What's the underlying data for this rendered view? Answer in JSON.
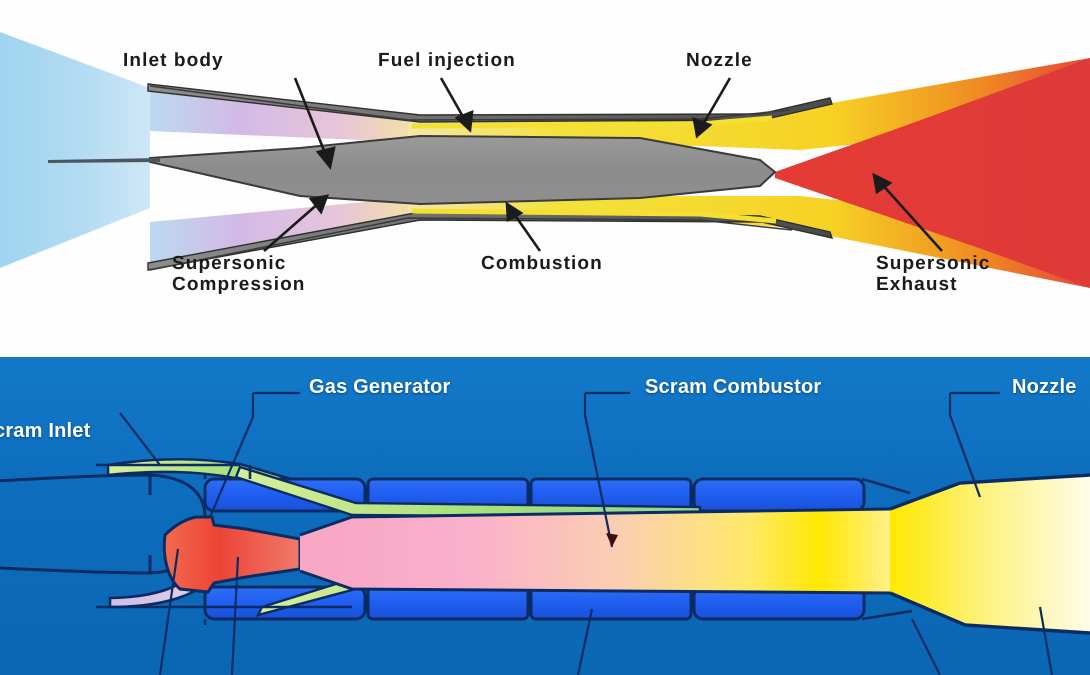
{
  "figure": {
    "panels": [
      {
        "id": "scramjet-flowpath",
        "background_color": "#ffffff",
        "labels": [
          {
            "key": "inlet_body",
            "text": "Inlet body"
          },
          {
            "key": "fuel_injection",
            "text": "Fuel injection"
          },
          {
            "key": "nozzle",
            "text": "Nozzle"
          },
          {
            "key": "supersonic_compression",
            "text": "Supersonic\nCompression"
          },
          {
            "key": "combustion",
            "text": "Combustion"
          },
          {
            "key": "supersonic_exhaust",
            "text": "Supersonic\nExhaust"
          }
        ],
        "flow_regions": [
          {
            "name": "freestream-inlet-air",
            "color": "#a9d9f0"
          },
          {
            "name": "supersonic-compression-zone",
            "color": "#dcb4e2"
          },
          {
            "name": "combustion-zone",
            "color": "#f2e23a"
          },
          {
            "name": "nozzle-expansion",
            "color": "#f07d22"
          },
          {
            "name": "supersonic-exhaust-plume",
            "color": "#e23b38"
          },
          {
            "name": "engine-body-structure",
            "color": "#8e8e8e"
          }
        ]
      },
      {
        "id": "combined-cycle-engine",
        "background_color": "#0f72c4",
        "labels": [
          {
            "key": "scram_inlet",
            "text": "cram Inlet"
          },
          {
            "key": "gas_generator",
            "text": "Gas Generator"
          },
          {
            "key": "scram_combustor",
            "text": "Scram Combustor"
          },
          {
            "key": "nozzle",
            "text": "Nozzle"
          }
        ],
        "flow_regions": [
          {
            "name": "inlet-duct-green",
            "color": "#b9e38a"
          },
          {
            "name": "gas-generator-core",
            "color": "#e8453c"
          },
          {
            "name": "combustor-flow-pink",
            "color": "#f9a7c0"
          },
          {
            "name": "combustor-flow-yellow",
            "color": "#ffe800"
          },
          {
            "name": "nozzle-exhaust-pale",
            "color": "#fdfbe3"
          },
          {
            "name": "fuel-tank-bars",
            "color": "#1f5ef0"
          },
          {
            "name": "outline-stroke",
            "color": "#0b2c63"
          }
        ]
      }
    ]
  }
}
